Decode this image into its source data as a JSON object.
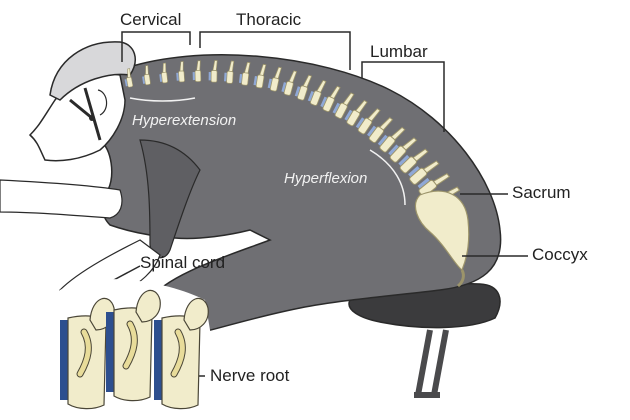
{
  "labels": {
    "cervical": "Cervical",
    "thoracic": "Thoracic",
    "lumbar": "Lumbar",
    "sacrum": "Sacrum",
    "coccyx": "Coccyx",
    "spinal_cord": "Spinal cord",
    "nerve_root": "Nerve root",
    "hyperextension": "Hyperextension",
    "hyperflexion": "Hyperflexion"
  },
  "colors": {
    "jersey": "#6f6f73",
    "jersey_dark": "#5a5a5e",
    "skin": "#ffffff",
    "outline": "#2a2a2a",
    "bone": "#f1eccb",
    "bone_shade": "#d9d2a6",
    "disc": "#8fa8d6",
    "saddle": "#3b3b3d",
    "nerve": "#e8dc9a"
  }
}
